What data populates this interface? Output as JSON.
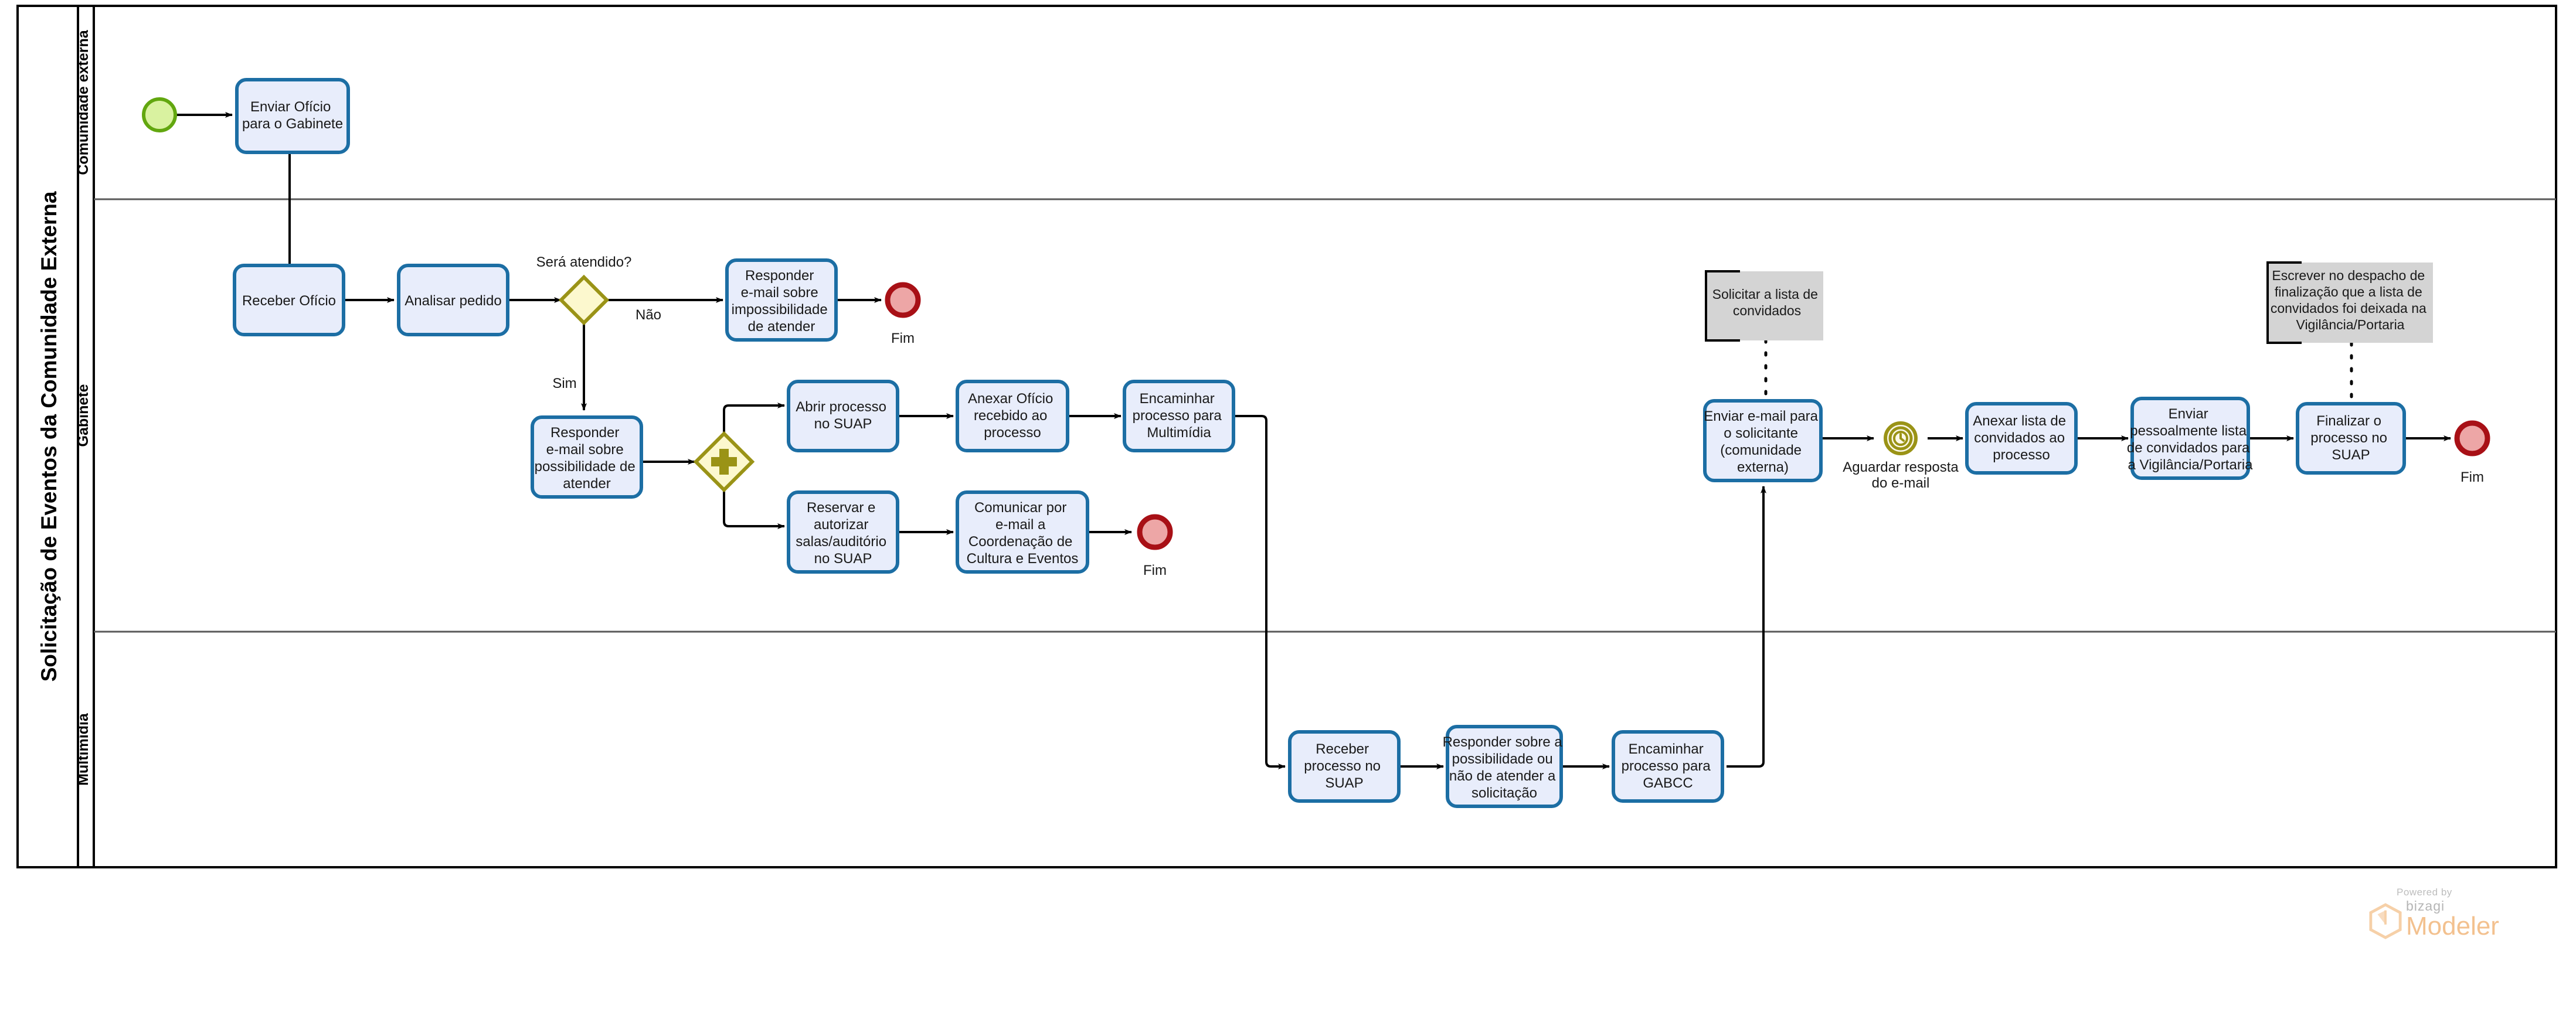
{
  "pool": {
    "title": "Solicitação de Eventos da Comunidade Externa",
    "lanes": [
      {
        "id": "lane-comunidade",
        "label": "Comunidade externa"
      },
      {
        "id": "lane-gabinete",
        "label": "Gabinete"
      },
      {
        "id": "lane-multimidia",
        "label": "Multimídia"
      }
    ]
  },
  "events": {
    "start": {
      "name": "start-event",
      "label": ""
    },
    "end_nao": {
      "name": "end-event-nao",
      "label": "Fim"
    },
    "end_cultura": {
      "name": "end-event-cultura",
      "label": "Fim"
    },
    "end_final": {
      "name": "end-event-final",
      "label": "Fim"
    },
    "timer": {
      "name": "timer-intermediate-event",
      "label": "Aguardar resposta\ndo e-mail",
      "label_l1": "Aguardar resposta",
      "label_l2": "do e-mail"
    }
  },
  "gateways": {
    "exclusive": {
      "name": "exclusive-gateway",
      "label": "Será atendido?",
      "type": "exclusive"
    },
    "parallel": {
      "name": "parallel-gateway",
      "label": "",
      "type": "parallel"
    }
  },
  "edge_labels": {
    "sim": "Sim",
    "nao": "Não"
  },
  "tasks": [
    {
      "id": "t-enviar-oficio",
      "lines": [
        "Enviar Ofício",
        "para o Gabinete"
      ]
    },
    {
      "id": "t-receber-oficio",
      "lines": [
        "Receber Ofício"
      ]
    },
    {
      "id": "t-analisar-pedido",
      "lines": [
        "Analisar pedido"
      ]
    },
    {
      "id": "t-responder-impos",
      "lines": [
        "Responder",
        "e-mail sobre",
        "impossibilidade",
        "de atender"
      ]
    },
    {
      "id": "t-responder-possib",
      "lines": [
        "Responder",
        "e-mail sobre",
        "possibilidade de",
        "atender"
      ]
    },
    {
      "id": "t-abrir-processo",
      "lines": [
        "Abrir processo",
        "no SUAP"
      ]
    },
    {
      "id": "t-anexar-oficio",
      "lines": [
        "Anexar Ofício",
        "recebido ao",
        "processo"
      ]
    },
    {
      "id": "t-encaminhar-multi",
      "lines": [
        "Encaminhar",
        "processo para",
        "Multimídia"
      ]
    },
    {
      "id": "t-reservar-salas",
      "lines": [
        "Reservar e",
        "autorizar",
        "salas/auditório",
        "no SUAP"
      ]
    },
    {
      "id": "t-comunicar-cultura",
      "lines": [
        "Comunicar por",
        "e-mail a",
        "Coordenação de",
        "Cultura e Eventos"
      ]
    },
    {
      "id": "t-receber-processo",
      "lines": [
        "Receber",
        "processo no",
        "SUAP"
      ]
    },
    {
      "id": "t-responder-possib-2",
      "lines": [
        "Responder sobre a",
        "possibilidade ou",
        "não de atender a",
        "solicitação"
      ]
    },
    {
      "id": "t-encaminhar-gabcc",
      "lines": [
        "Encaminhar",
        "processo para",
        "GABCC"
      ]
    },
    {
      "id": "t-enviar-email-sol",
      "lines": [
        "Enviar e-mail para",
        "o solicitante",
        "(comunidade",
        "externa)"
      ]
    },
    {
      "id": "t-anexar-lista",
      "lines": [
        "Anexar lista de",
        "convidados ao",
        "processo"
      ]
    },
    {
      "id": "t-enviar-pessoal",
      "lines": [
        "Enviar",
        "pessoalmente lista",
        "de convidados para",
        "a Vigilância/Portaria"
      ]
    },
    {
      "id": "t-finalizar-suap",
      "lines": [
        "Finalizar o",
        "processo no",
        "SUAP"
      ]
    }
  ],
  "annotations": [
    {
      "id": "a-solicitar-lista",
      "lines": [
        "Solicitar a lista de",
        "convidados"
      ]
    },
    {
      "id": "a-escrever-despacho",
      "lines": [
        "Escrever no despacho de",
        "finalização que a lista de",
        "convidados foi deixada na",
        "Vigilância/Portaria"
      ]
    }
  ],
  "credit": {
    "powered_by": "Powered by",
    "brand": "bizagi",
    "product": "Modeler"
  },
  "colors": {
    "task_fill": "#e8edfb",
    "task_stroke": "#1c6ea4",
    "gateway_fill": "#fcf8ce",
    "gateway_stroke": "#9a9316",
    "start_fill": "#d9f2a0",
    "start_stroke": "#62a70f",
    "end_fill": "#eda6a6",
    "end_stroke": "#a81016",
    "annotation_fill": "#d4d4d4",
    "modeler_accent": "#f3c18f"
  }
}
